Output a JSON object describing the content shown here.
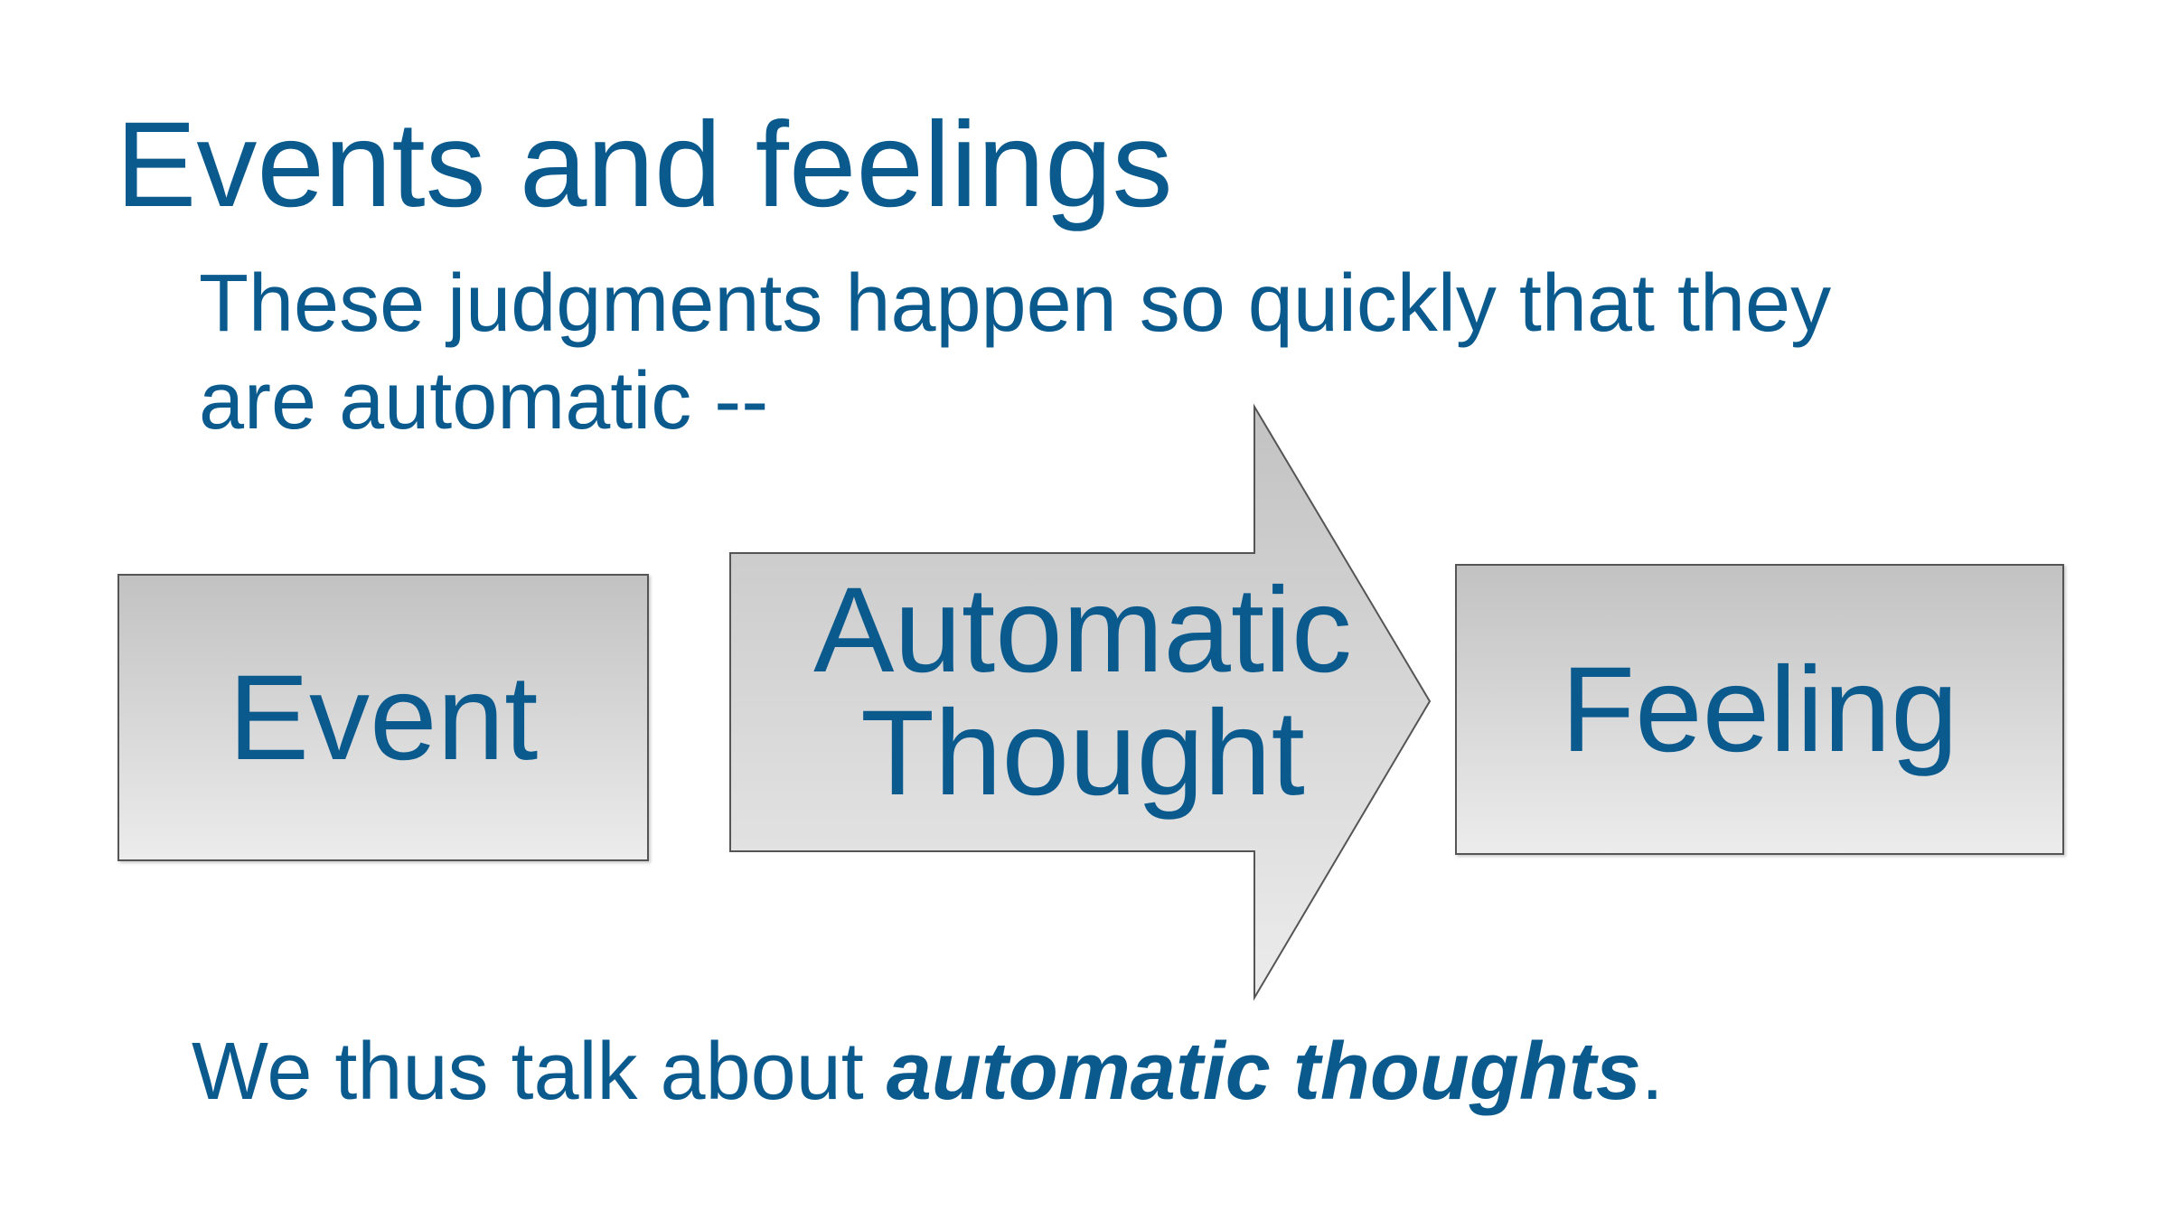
{
  "slide": {
    "title": "Events and feelings",
    "subtitle": "These judgments happen so quickly that they are automatic --",
    "diagram": {
      "event_label": "Event",
      "thought_line1": "Automatic",
      "thought_line2": "Thought",
      "feeling_label": "Feeling"
    },
    "bottom_text_plain": "We thus talk about ",
    "bottom_text_emphasis": "automatic thoughts",
    "bottom_text_end": "."
  },
  "colors": {
    "text": "#0b5a8e",
    "shape_top": "#c2c2c2",
    "shape_bottom": "#ececec"
  }
}
